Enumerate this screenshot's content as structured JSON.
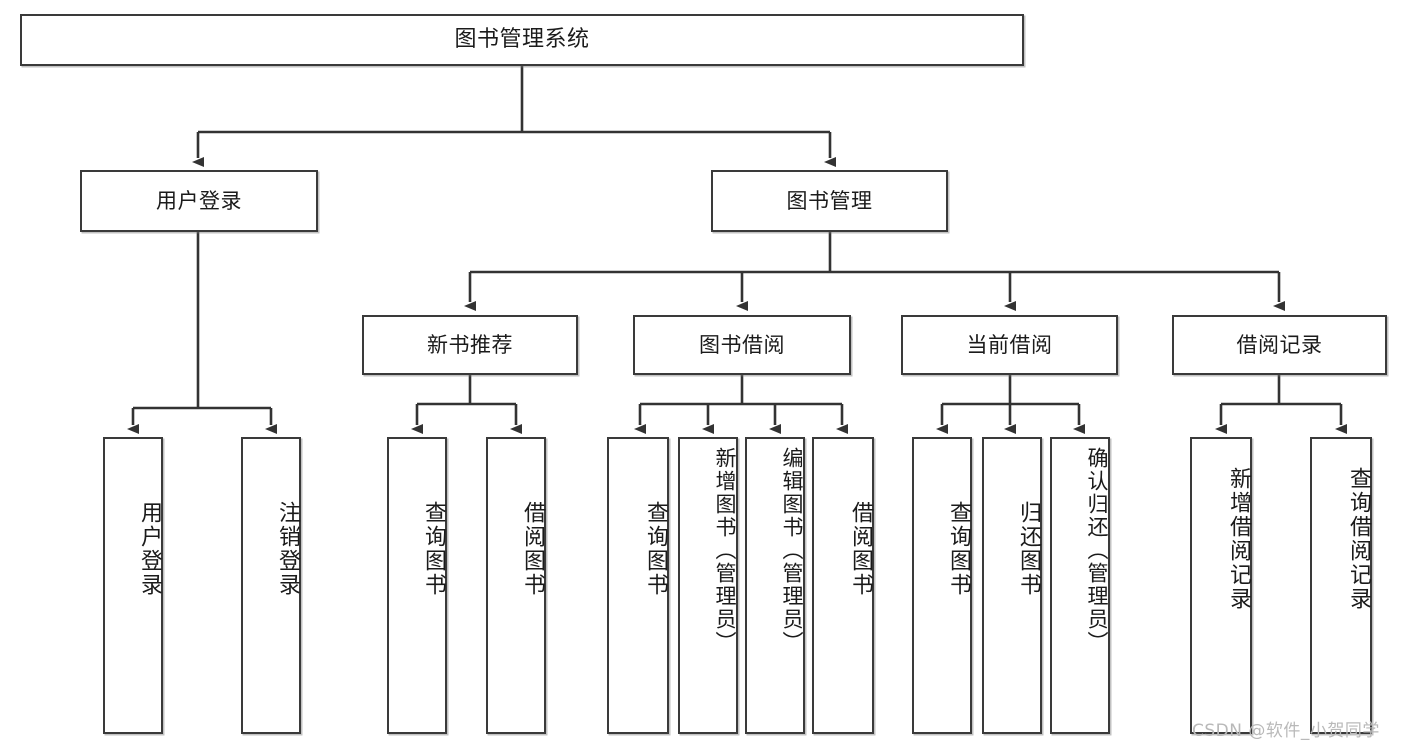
{
  "diagram": {
    "type": "tree",
    "title": "图书管理系统",
    "watermark": "CSDN @软件_小贺同学",
    "colors": {
      "background": "#ffffff",
      "box_border": "#3a3a3a",
      "text": "#1b1b1b",
      "connector": "#333333",
      "watermark": "#b9b9b9"
    },
    "root": {
      "label": "图书管理系统"
    },
    "level2": [
      {
        "label": "用户登录"
      },
      {
        "label": "图书管理"
      }
    ],
    "level3": [
      {
        "label": "新书推荐"
      },
      {
        "label": "图书借阅"
      },
      {
        "label": "当前借阅"
      },
      {
        "label": "借阅记录"
      }
    ],
    "leaves": {
      "user_login": [
        {
          "label": "用户登录"
        },
        {
          "label": "注销登录"
        }
      ],
      "new_book_recommend": [
        {
          "label": "查询图书"
        },
        {
          "label": "借阅图书"
        }
      ],
      "book_borrow": [
        {
          "label": "查询图书"
        },
        {
          "label": "新增图书（管理员）"
        },
        {
          "label": "编辑图书（管理员）"
        },
        {
          "label": "借阅图书"
        }
      ],
      "current_borrow": [
        {
          "label": "查询图书"
        },
        {
          "label": "归还图书"
        },
        {
          "label": "确认归还（管理员）"
        }
      ],
      "borrow_records": [
        {
          "label": "新增借阅记录"
        },
        {
          "label": "查询借阅记录"
        }
      ]
    }
  }
}
